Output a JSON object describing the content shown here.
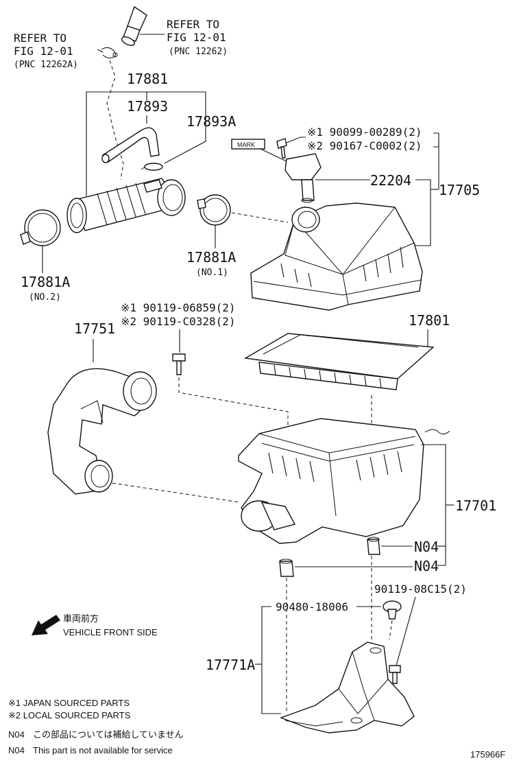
{
  "refs": {
    "left": {
      "line1": "REFER TO",
      "line2": "FIG 12-01",
      "line3": "(PNC 12262A)"
    },
    "right": {
      "line1": "REFER TO",
      "line2": "FIG 12-01",
      "line3": "(PNC 12262)"
    }
  },
  "parts": {
    "p17881": "17881",
    "p17893": "17893",
    "p17893A": "17893A",
    "p17881A_no1": "17881A",
    "p17881A_no1_sub": "(NO.1)",
    "p17881A_no2": "17881A",
    "p17881A_no2_sub": "(NO.2)",
    "bolt1": "※1 90099-00289(2)",
    "bolt2": "※2 90167-C0002(2)",
    "mark": "MARK",
    "p22204": "22204",
    "p17705": "17705",
    "screw1": "※1 90119-06859(2)",
    "screw2": "※2 90119-C0328(2)",
    "p17751": "17751",
    "p17801": "17801",
    "p17701": "17701",
    "n04_a": "N04",
    "n04_b": "N04",
    "p90119_08C15": "90119-08C15(2)",
    "p90480": "90480-18006",
    "p17771A": "17771A"
  },
  "front": {
    "jp": "車両前方",
    "en": "VEHICLE FRONT SIDE"
  },
  "legend": {
    "l1": "※1 JAPAN SOURCED PARTS",
    "l2": "※2 LOCAL SOURCED PARTS",
    "n04_jp_code": "N04",
    "n04_jp": "この部品については補給していません",
    "n04_en_code": "N04",
    "n04_en": "This part is not available for service"
  },
  "figure_id": "175966F"
}
